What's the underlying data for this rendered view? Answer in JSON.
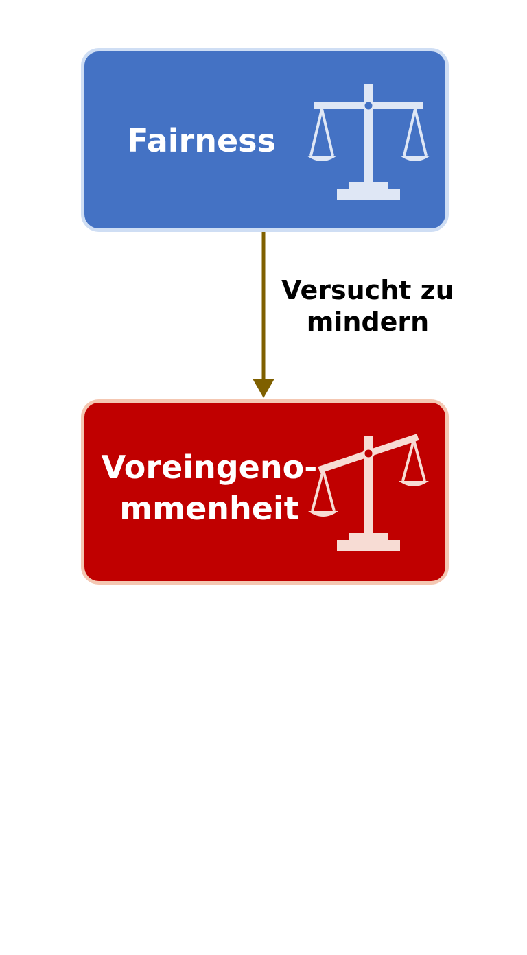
{
  "nodes": {
    "fairness": {
      "label": "Fairness",
      "color": "#4472c4",
      "icon": "balanced-scale-icon"
    },
    "bias": {
      "label_line1": "Voreingeno-",
      "label_line2": "mmenheit",
      "color": "#c00000",
      "icon": "tilted-scale-icon"
    }
  },
  "edge": {
    "label_line1": "Versucht zu",
    "label_line2": "mindern",
    "color": "#7f6000"
  }
}
